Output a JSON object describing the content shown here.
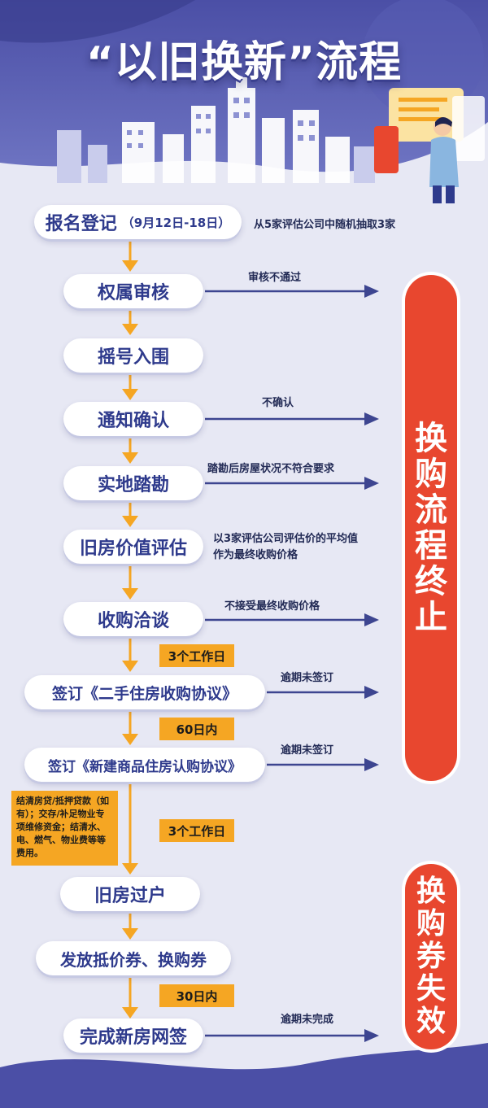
{
  "title": "“以旧换新”流程",
  "steps": [
    {
      "label": "报名登记",
      "sub": "（9月12日-18日）"
    },
    {
      "label": "权属审核"
    },
    {
      "label": "摇号入围"
    },
    {
      "label": "通知确认"
    },
    {
      "label": "实地踏勘"
    },
    {
      "label": "旧房价值评估"
    },
    {
      "label": "收购洽谈"
    },
    {
      "label": "签订《二手住房收购协议》"
    },
    {
      "label": "签订《新建商品住房认购协议》"
    },
    {
      "label": "旧房过户"
    },
    {
      "label": "发放抵价券、换购券"
    },
    {
      "label": "完成新房网签"
    }
  ],
  "notes": {
    "register": "从5家评估公司中随机抽取3家",
    "valuation_line1": "以3家评估公司评估价的平均值",
    "valuation_line2": "作为最终收购价格"
  },
  "branches": {
    "audit": "审核不通过",
    "notify": "不确认",
    "survey": "踏勘后房屋状况不符合要求",
    "negotiate": "不接受最终收购价格",
    "sign1": "逾期未签订",
    "sign2": "逾期未签订",
    "final": "逾期未完成"
  },
  "durations": {
    "d1": "3个工作日",
    "d2": "60日内",
    "d3": "3个工作日",
    "d4": "30日内"
  },
  "prep_note": "结清房贷/抵押贷款（如有）；交存/补足物业专项维修资金；结清水、电、燃气、物业费等等费用。",
  "outcomes": {
    "terminate": "换购流程终止",
    "voucher_invalid": "换购券失效"
  },
  "colors": {
    "navy": "#2e3a8c",
    "arrow_orange": "#f5a623",
    "arrow_blue": "#3d4590",
    "red": "#e8472f",
    "background": "#e7e8f4"
  }
}
